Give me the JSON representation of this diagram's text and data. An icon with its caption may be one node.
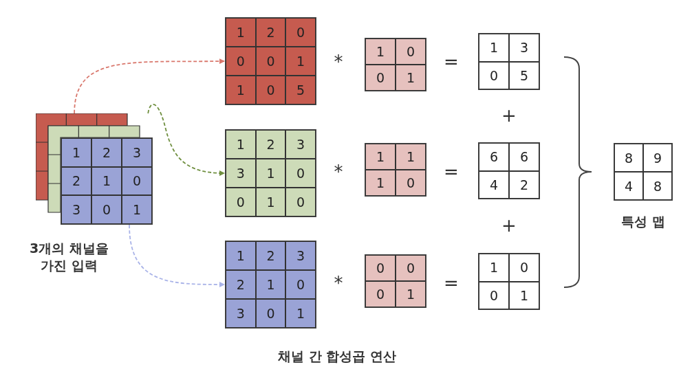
{
  "diagram": {
    "nodes": [
      {
        "text": [
          "1",
          "2",
          "3",
          "2",
          "1",
          "0",
          "3",
          "0",
          "1"
        ],
        "beside": [
          "3개의 채널을 가진 입력"
        ]
      },
      {
        "text": [
          "1",
          "2",
          "0",
          "0",
          "0",
          "1",
          "1",
          "0",
          "5"
        ]
      },
      {
        "text": [
          "1",
          "0",
          "0",
          "1"
        ]
      },
      {
        "text": [
          "1",
          "3",
          "0",
          "5"
        ]
      },
      {
        "text": [
          "1",
          "2",
          "3",
          "3",
          "1",
          "0",
          "0",
          "1",
          "0"
        ]
      },
      {
        "text": [
          "1",
          "1",
          "1",
          "0"
        ]
      },
      {
        "text": [
          "6",
          "6",
          "4",
          "2"
        ]
      },
      {
        "text": [
          "8",
          "9",
          "4",
          "8"
        ],
        "beside": [
          "특성 맵"
        ]
      },
      {
        "text": [
          "1",
          "2",
          "3",
          "2",
          "1",
          "0",
          "3",
          "0",
          "1"
        ]
      },
      {
        "text": [
          "0",
          "0",
          "0",
          "1"
        ]
      },
      {
        "text": [
          "1",
          "0",
          "0",
          "1"
        ]
      }
    ],
    "edges": [
      {
        "from": 0,
        "to": 1,
        "arrow": "to",
        "style": "dashed",
        "color": "#d9776c"
      },
      {
        "from": 0,
        "to": 4,
        "arrow": "to",
        "style": "dashed",
        "color": "#6f8f3f"
      },
      {
        "from": 0,
        "to": 8,
        "arrow": "to",
        "style": "dashed",
        "color": "#a9b3e8"
      }
    ],
    "labels": [
      "*",
      "=",
      "+",
      "*",
      "=",
      "+",
      "*",
      "=",
      "채널 간 합성곱 연산"
    ]
  }
}
